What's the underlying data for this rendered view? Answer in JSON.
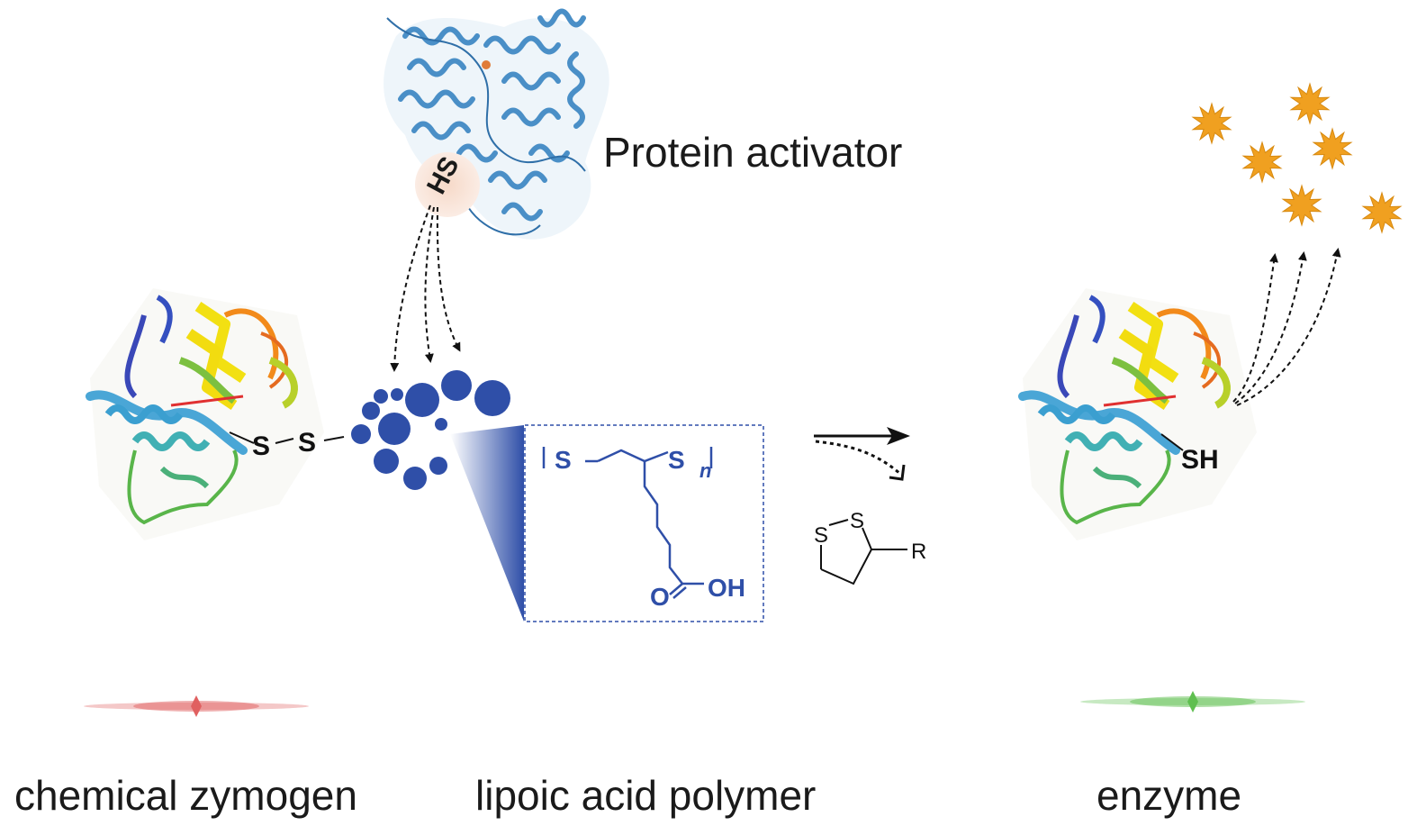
{
  "labels": {
    "protein_activator": "Protein activator",
    "hs": "HS",
    "s_left": "S",
    "s_right": "S",
    "sh": "SH",
    "chemical_zymogen": "chemical zymogen",
    "lipoic_acid_polymer": "lipoic acid polymer",
    "enzyme": "enzyme"
  },
  "polymer_structure": {
    "s1": "S",
    "s2": "S",
    "n": "n",
    "o": "O",
    "oh": "OH"
  },
  "dithiolane": {
    "s_a": "S",
    "s_b": "S",
    "r": "R"
  },
  "colors": {
    "polymer_blue": "#2f4fa8",
    "activator_blue": "#4a8fc7",
    "star_orange": "#f0a020",
    "zymogen_glow": "#e06060",
    "enzyme_glow": "#5fbf50"
  },
  "icons": {
    "protein_activator": "protein-ribbon-blue",
    "zymogen_protein": "protein-ribbon-rainbow",
    "enzyme_protein": "protein-ribbon-rainbow",
    "product": "starburst"
  }
}
